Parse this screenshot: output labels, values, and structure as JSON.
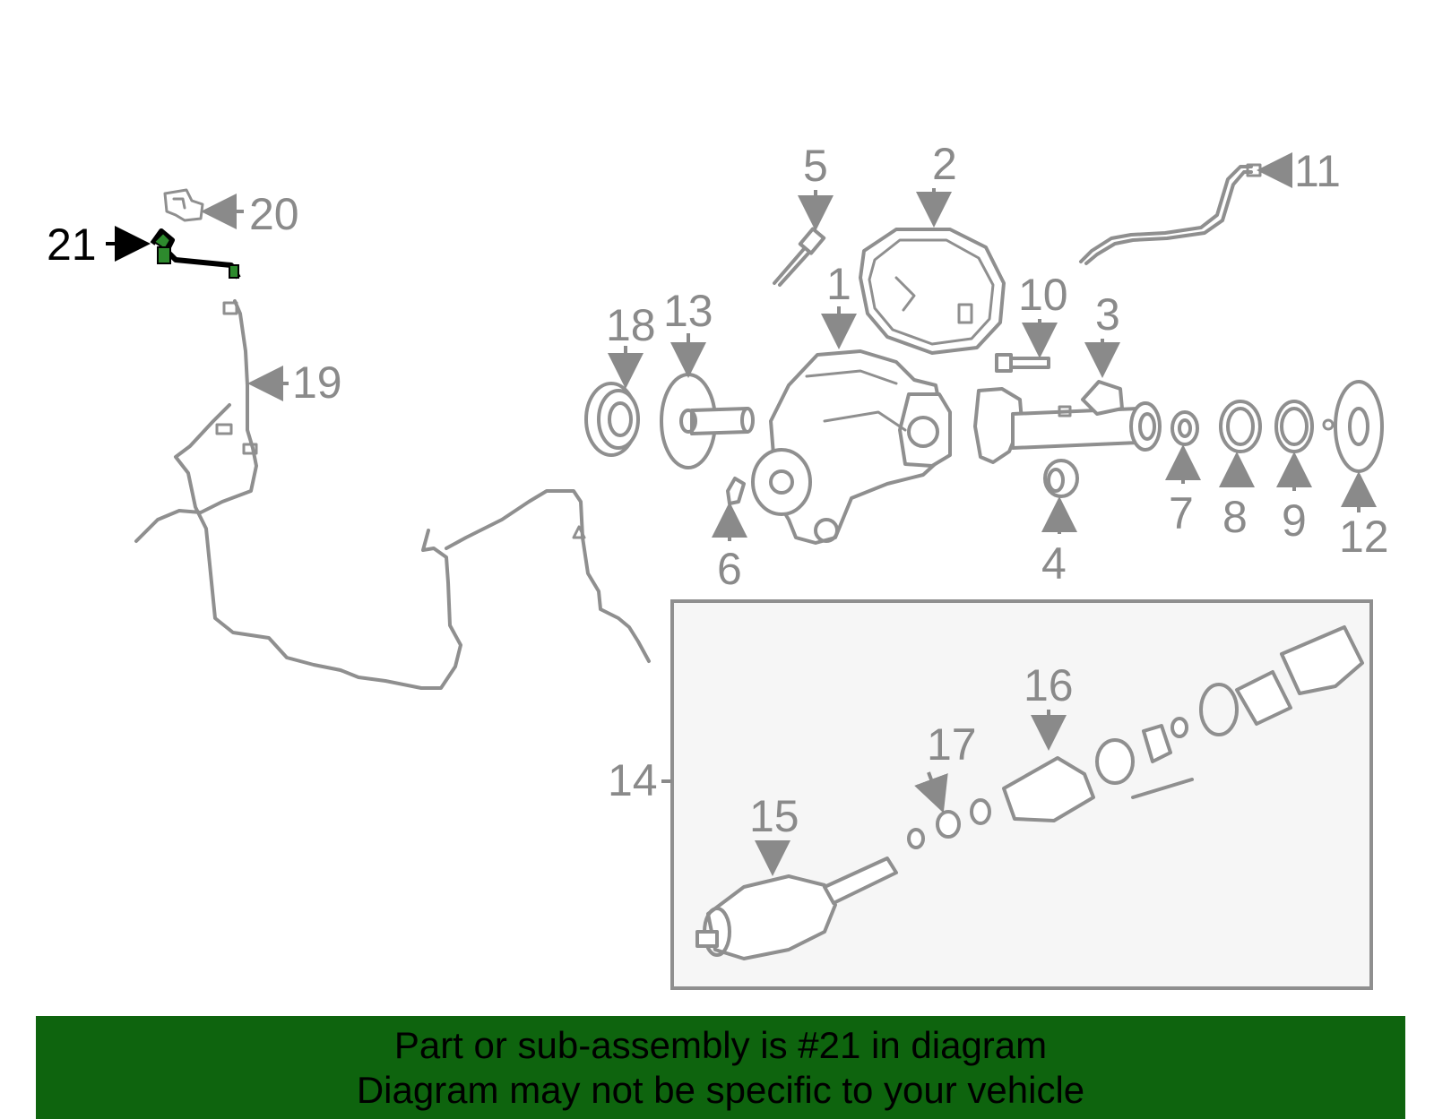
{
  "diagram": {
    "highlight_color": "#0e640e",
    "callouts": [
      {
        "id": "1",
        "text": "1"
      },
      {
        "id": "2",
        "text": "2"
      },
      {
        "id": "3",
        "text": "3"
      },
      {
        "id": "4",
        "text": "4"
      },
      {
        "id": "5",
        "text": "5"
      },
      {
        "id": "6",
        "text": "6"
      },
      {
        "id": "7",
        "text": "7"
      },
      {
        "id": "8",
        "text": "8"
      },
      {
        "id": "9",
        "text": "9"
      },
      {
        "id": "10",
        "text": "10"
      },
      {
        "id": "11",
        "text": "11"
      },
      {
        "id": "12",
        "text": "12"
      },
      {
        "id": "13",
        "text": "13"
      },
      {
        "id": "14",
        "text": "14"
      },
      {
        "id": "15",
        "text": "15"
      },
      {
        "id": "16",
        "text": "16"
      },
      {
        "id": "17",
        "text": "17"
      },
      {
        "id": "18",
        "text": "18"
      },
      {
        "id": "19",
        "text": "19"
      },
      {
        "id": "20",
        "text": "20"
      },
      {
        "id": "21",
        "text": "21"
      }
    ],
    "highlighted_part": "21"
  },
  "banner": {
    "line1": "Part or sub-assembly is #21 in diagram",
    "line2": "Diagram may not be specific to your vehicle",
    "background": "#0e640e"
  }
}
